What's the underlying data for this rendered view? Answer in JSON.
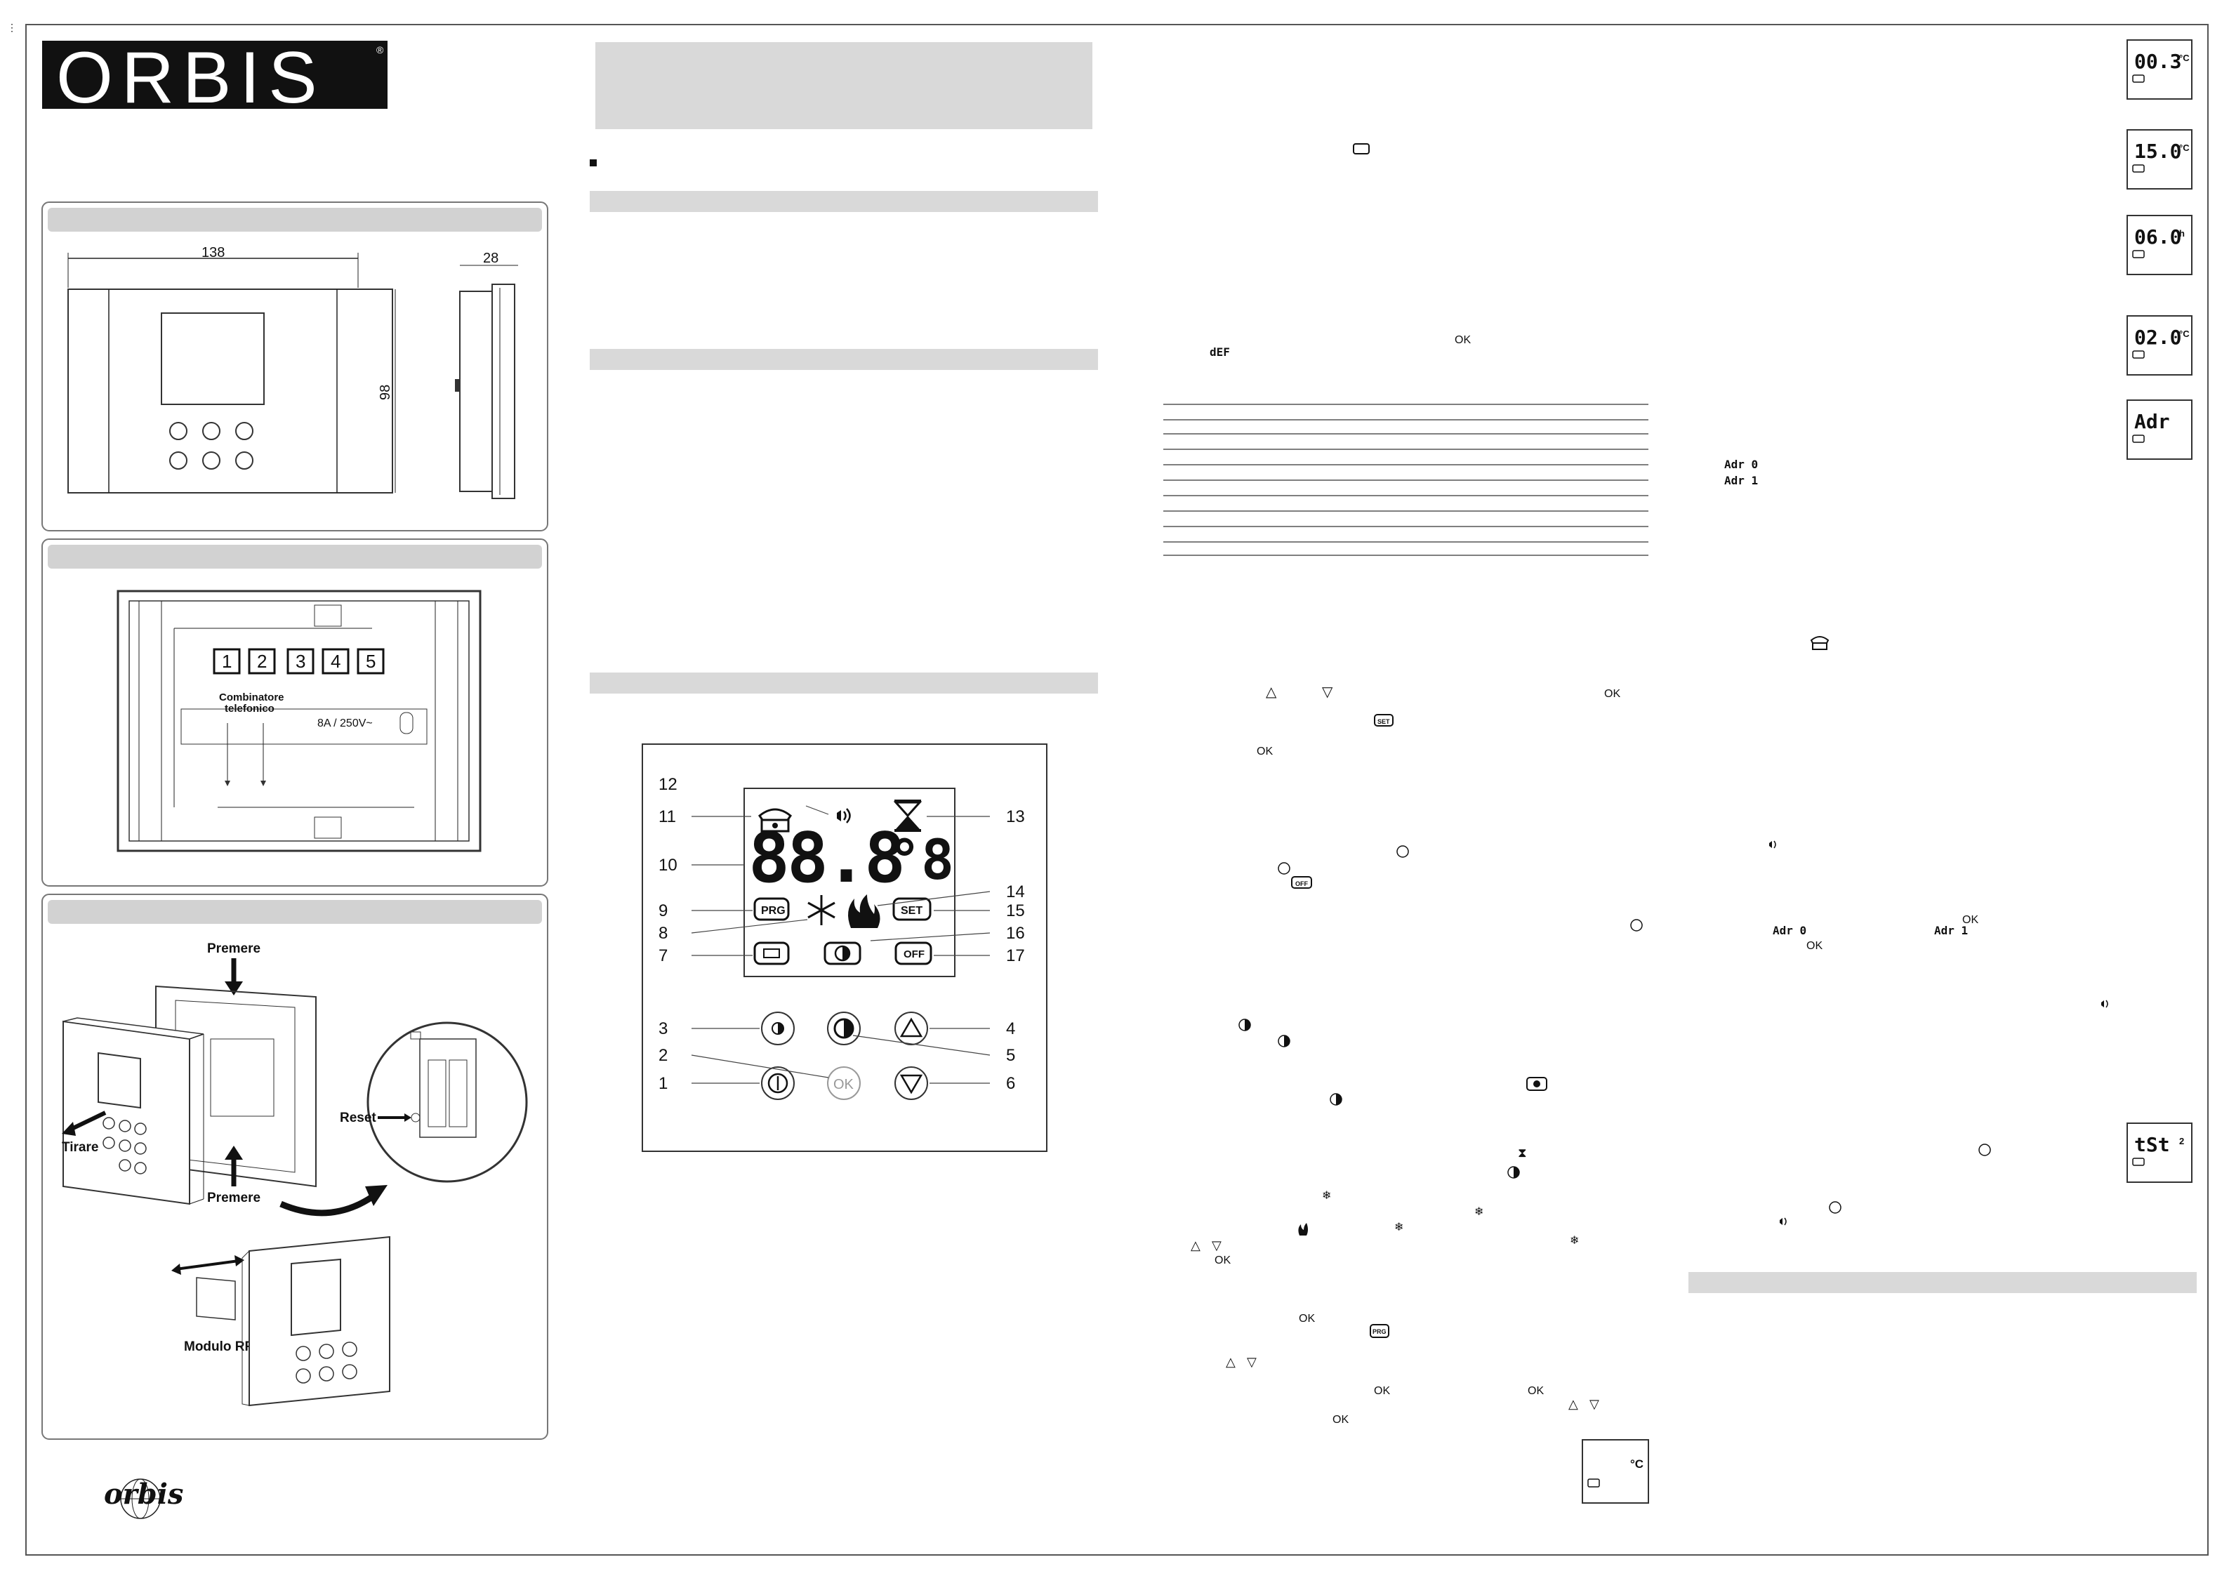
{
  "brand": {
    "logo": "ORBIS",
    "registered": "®",
    "footer_logo": "orbis"
  },
  "figure1": {
    "dim_width": "138",
    "dim_depth": "28",
    "dim_height": "98"
  },
  "figure2": {
    "terminals": [
      "1",
      "2",
      "3",
      "4",
      "5"
    ],
    "combinatore_line1": "Combinatore",
    "combinatore_line2": "telefonico",
    "rating": "8A / 250V~"
  },
  "figure3": {
    "premere_top": "Premere",
    "premere_bottom": "Premere",
    "tirare": "Tirare",
    "reset": "Reset",
    "modulo_rf": "Modulo RF"
  },
  "panel": {
    "display_digits": "88.8",
    "degree_digit": "°8",
    "label_prg": "PRG",
    "label_set": "SET",
    "label_off": "OFF",
    "label_ok": "OK",
    "callouts": {
      "c1": "1",
      "c2": "2",
      "c3": "3",
      "c4": "4",
      "c5": "5",
      "c6": "6",
      "c7": "7",
      "c8": "8",
      "c9": "9",
      "c10": "10",
      "c11": "11",
      "c12": "12",
      "c13": "13",
      "c14": "14",
      "c15": "15",
      "c16": "16",
      "c17": "17"
    }
  },
  "inline": {
    "ok": "OK",
    "def": "dEF",
    "up": "△",
    "down": "▽",
    "set": "SET",
    "off": "OFF",
    "prg": "PRG",
    "adr0": "Adr 0",
    "adr1": "Adr 1",
    "celsius": "°C"
  },
  "side_displays": {
    "d1": "00.3",
    "d1_unit": "°C",
    "d2": "15.0",
    "d2_unit": "°C",
    "d3": "06.0",
    "d3_unit": "h",
    "d4": "02.0",
    "d4_unit": "°C",
    "d5": "Adr",
    "d6": "tSt",
    "d6_unit": "2"
  }
}
